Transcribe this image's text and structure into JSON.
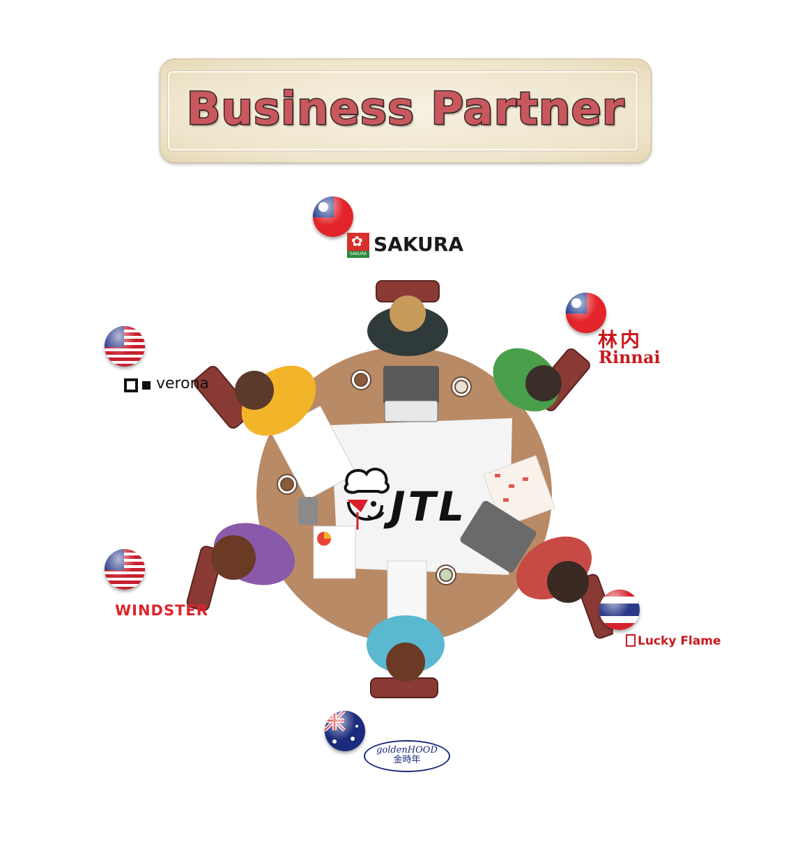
{
  "header": {
    "title": "Business Partner"
  },
  "center_logo": {
    "text": "JTL"
  },
  "partners": [
    {
      "brand": "SAKURA",
      "sub": "SAKURA",
      "country_flag": "taiwan-flag"
    },
    {
      "brand_cn": "林内",
      "brand": "Rinnai",
      "country_flag": "taiwan-flag"
    },
    {
      "brand": "verona",
      "country_flag": "usa-flag"
    },
    {
      "brand": "WINDSTER",
      "country_flag": "usa-flag"
    },
    {
      "brand": "Lucky Flame",
      "country_flag": "thailand-flag"
    },
    {
      "brand": "goldenHOOD",
      "brand_cn": "金時年",
      "country_flag": "australia-flag"
    }
  ],
  "colors": {
    "title_fill": "#c8585e",
    "sakura_red": "#d8312c",
    "rinnai_red": "#c8181e",
    "windster_red": "#e0242a",
    "table": "#b98a66",
    "goldenhood_blue": "#1a2a7c"
  }
}
